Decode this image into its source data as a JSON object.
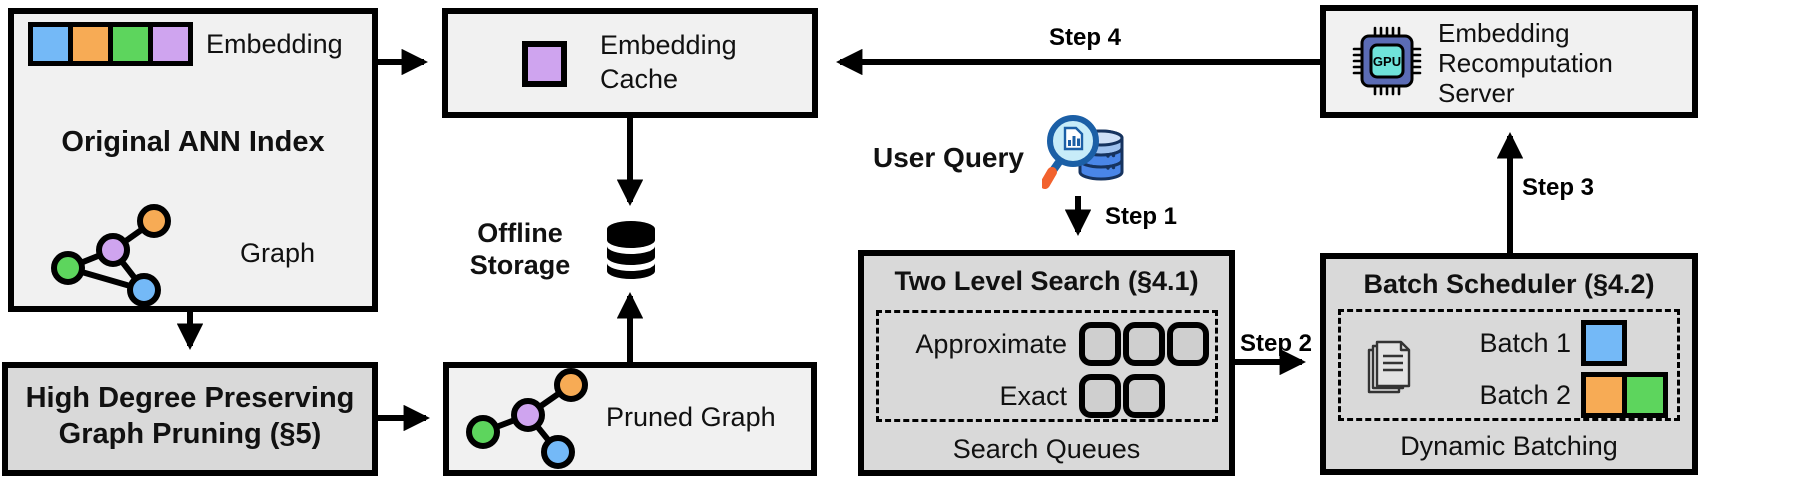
{
  "palette": {
    "blue": "#74b9f7",
    "orange": "#f7ab55",
    "green": "#5dd55d",
    "purple": "#cfa4ef",
    "box_light": "#f1f1f1",
    "box_gray": "#d9d9d9",
    "gpu_body": "#5b6cb5",
    "gpu_inner": "#6fe3da",
    "query_navy": "#1b5fa6",
    "query_lens": "#c7ecf9",
    "query_handle": "#f2622e",
    "query_db": "#4a86e8"
  },
  "boxes": {
    "ann_index": {
      "title": "Original ANN Index",
      "embedding_label": "Embedding",
      "graph_label": "Graph"
    },
    "pruning": {
      "line1": "High Degree Preserving",
      "line2": "Graph Pruning (§5)"
    },
    "embedding_cache": {
      "line1": "Embedding",
      "line2": "Cache"
    },
    "offline_storage": {
      "line1": "Offline",
      "line2": "Storage"
    },
    "pruned_graph": {
      "label": "Pruned Graph"
    },
    "user_query": {
      "label": "User Query"
    },
    "two_level_search": {
      "title": "Two Level Search (§4.1)",
      "row1_label": "Approximate",
      "row2_label": "Exact",
      "row1_slots": 3,
      "row2_slots": 2,
      "caption": "Search Queues"
    },
    "batch_scheduler": {
      "title": "Batch Scheduler (§4.2)",
      "batch1_label": "Batch 1",
      "batch2_label": "Batch 2",
      "caption": "Dynamic Batching"
    },
    "recompute_server": {
      "line1": "Embedding",
      "line2": "Recomputation",
      "line3": "Server",
      "chip_label": "GPU"
    }
  },
  "steps": {
    "step1": "Step 1",
    "step2": "Step 2",
    "step3": "Step 3",
    "step4": "Step 4"
  }
}
